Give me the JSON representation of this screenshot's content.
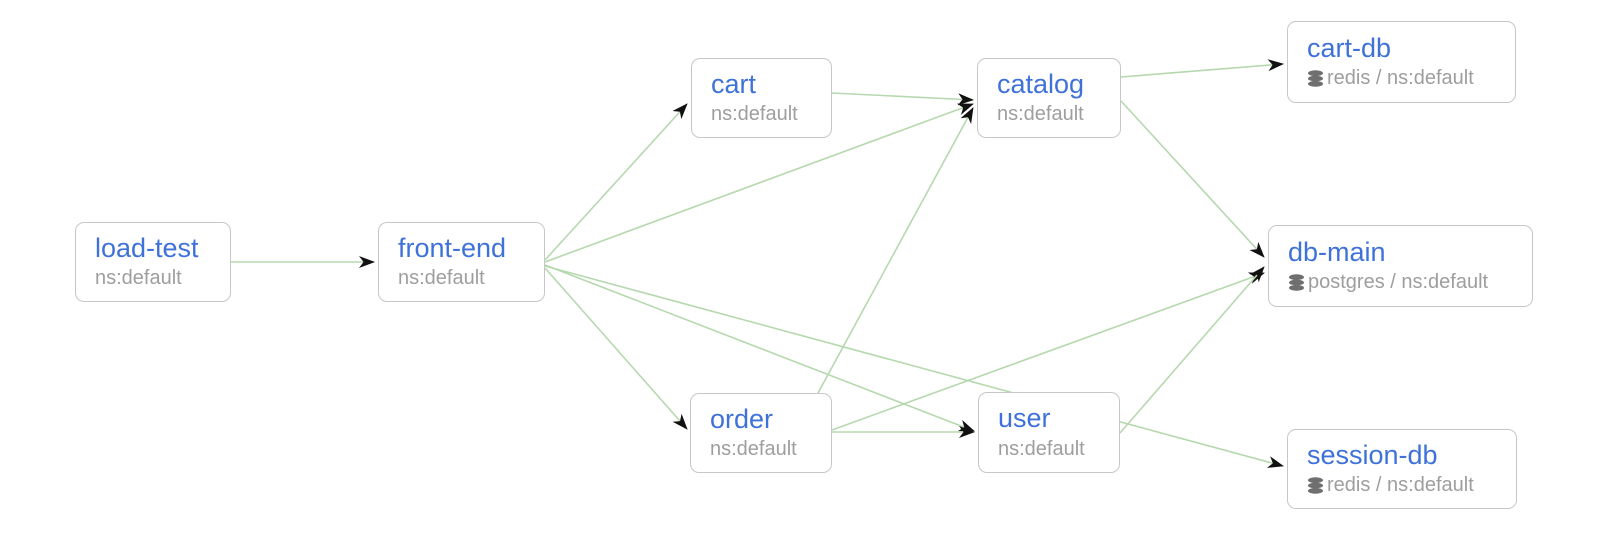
{
  "graph": {
    "background": "#ffffff",
    "colors": {
      "node_title": "#3f72d9",
      "node_subtitle": "#9e9e9e",
      "node_border": "#c7c7c7",
      "edge_line": "#b6d8ae",
      "edge_arrow": "#111111",
      "db_icon": "#6f6f6f"
    },
    "nodes": [
      {
        "id": "load-test",
        "title": "load-test",
        "subtitle": "ns:default",
        "type": "service"
      },
      {
        "id": "front-end",
        "title": "front-end",
        "subtitle": "ns:default",
        "type": "service"
      },
      {
        "id": "cart",
        "title": "cart",
        "subtitle": "ns:default",
        "type": "service"
      },
      {
        "id": "catalog",
        "title": "catalog",
        "subtitle": "ns:default",
        "type": "service"
      },
      {
        "id": "order",
        "title": "order",
        "subtitle": "ns:default",
        "type": "service"
      },
      {
        "id": "user",
        "title": "user",
        "subtitle": "ns:default",
        "type": "service"
      },
      {
        "id": "cart-db",
        "title": "cart-db",
        "subtitle": "redis / ns:default",
        "type": "database"
      },
      {
        "id": "db-main",
        "title": "db-main",
        "subtitle": "postgres / ns:default",
        "type": "database"
      },
      {
        "id": "session-db",
        "title": "session-db",
        "subtitle": "redis / ns:default",
        "type": "database"
      }
    ],
    "edges": [
      {
        "from": "load-test",
        "to": "front-end"
      },
      {
        "from": "front-end",
        "to": "cart"
      },
      {
        "from": "front-end",
        "to": "catalog"
      },
      {
        "from": "front-end",
        "to": "order"
      },
      {
        "from": "front-end",
        "to": "user"
      },
      {
        "from": "front-end",
        "to": "session-db"
      },
      {
        "from": "cart",
        "to": "catalog"
      },
      {
        "from": "catalog",
        "to": "cart-db"
      },
      {
        "from": "catalog",
        "to": "db-main"
      },
      {
        "from": "order",
        "to": "catalog"
      },
      {
        "from": "order",
        "to": "user"
      },
      {
        "from": "order",
        "to": "db-main"
      },
      {
        "from": "user",
        "to": "db-main"
      }
    ]
  }
}
